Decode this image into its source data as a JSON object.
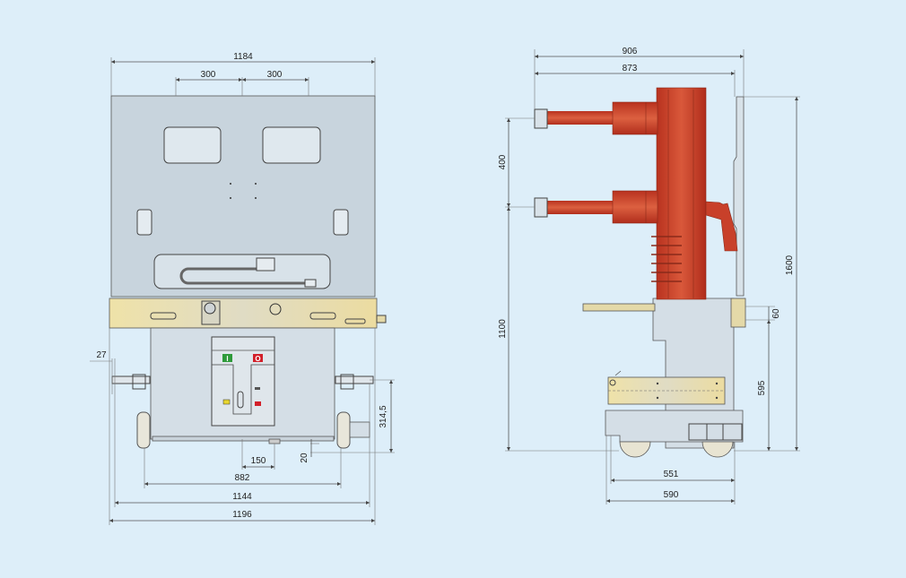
{
  "colors": {
    "background": "#ddeef9",
    "panel": "#c8d4dd",
    "body": "#d4dee6",
    "brass": "#e4d9a8",
    "insulator": "#c8402a",
    "on": "#2e9a3a",
    "off": "#d2202a"
  },
  "front_view": {
    "dims": {
      "overall_top": "1184",
      "window_left": "300",
      "window_right": "300",
      "offset": "27",
      "height_contact": "314,5",
      "center_offset": "150",
      "ground_gap": "20",
      "wheel_track": "882",
      "contact_span": "1144",
      "overall_bottom": "1196"
    },
    "buttons": {
      "on": "I",
      "off": "O"
    }
  },
  "side_view": {
    "dims": {
      "depth_total": "906",
      "depth_body": "873",
      "arm_spacing": "400",
      "arm_height": "1100",
      "total_height": "1600",
      "rail_height": "595",
      "bracket": "60",
      "chassis_inner": "551",
      "chassis_outer": "590"
    }
  }
}
